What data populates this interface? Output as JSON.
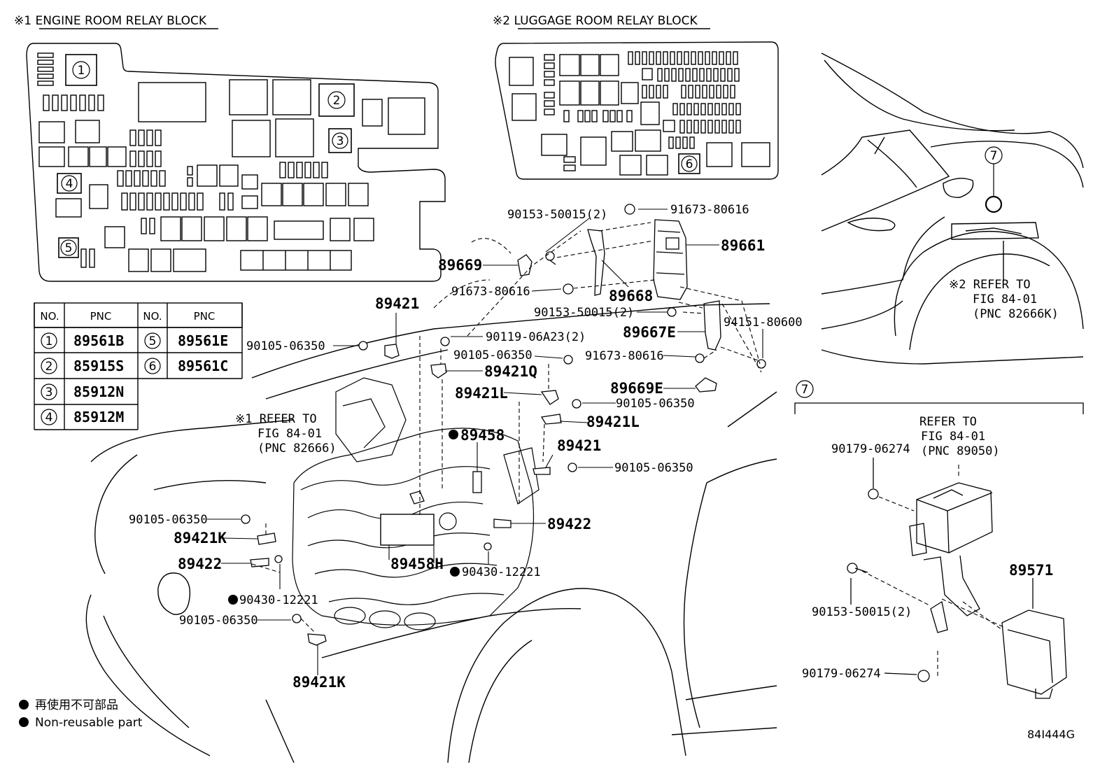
{
  "headings": {
    "engine_block": "※1 ENGINE ROOM RELAY BLOCK",
    "luggage_block": "※2 LUGGAGE ROOM RELAY BLOCK"
  },
  "pnc_table": {
    "headers": [
      "NO.",
      "PNC",
      "NO.",
      "PNC"
    ],
    "rows": [
      {
        "no": "1",
        "pnc": "89561B",
        "no2": "5",
        "pnc2": "89561E"
      },
      {
        "no": "2",
        "pnc": "85915S",
        "no2": "6",
        "pnc2": "89561C"
      },
      {
        "no": "3",
        "pnc": "85912N",
        "no2": "",
        "pnc2": ""
      },
      {
        "no": "4",
        "pnc": "85912M",
        "no2": "",
        "pnc2": ""
      }
    ]
  },
  "relay_markers": {
    "m1": "1",
    "m2": "2",
    "m3": "3",
    "m4": "4",
    "m5": "5",
    "m6": "6"
  },
  "labels": {
    "p90153_top": "90153-50015(2)",
    "p91673_top": "91673-80616",
    "p89661": "89661",
    "p89669": "89669",
    "p91673_mid": "91673-80616",
    "p89668": "89668",
    "p90153_mid": "90153-50015(2)",
    "p89667E": "89667E",
    "p94151": "94151-80600",
    "p91673_low": "91673-80616",
    "p89669E": "89669E",
    "p89421_top": "89421",
    "p90105_a": "90105-06350",
    "p90119": "90119-06A23(2)",
    "p90105_b": "90105-06350",
    "p89421Q": "89421Q",
    "p89421L_a": "89421L",
    "p90105_c": "90105-06350",
    "p89421L_b": "89421L",
    "p89458": "89458",
    "p89421_mid": "89421",
    "p90105_d": "90105-06350",
    "p90105_e": "90105-06350",
    "p89421K_a": "89421K",
    "p89422_r": "89422",
    "p89422_l": "89422",
    "p89458H": "89458H",
    "p90430_r": "90430-12221",
    "p90430_l": "90430-12221",
    "p90105_f": "90105-06350",
    "p89421K_b": "89421K",
    "refer1_l1": "※1 REFER TO",
    "refer1_l2": "FIG 84-01",
    "refer1_l3": "(PNC 82666)",
    "refer2_l1": "※2 REFER TO",
    "refer2_l2": "FIG 84-01",
    "refer2_l3": "(PNC 82666K)",
    "ref7_l1": "REFER TO",
    "ref7_l2": "FIG 84-01",
    "ref7_l3": "(PNC 89050)",
    "p90179_a": "90179-06274",
    "p89571": "89571",
    "p90153_b": "90153-50015(2)",
    "p90179_b": "90179-06274",
    "marker7_car": "7",
    "marker7_box": "7"
  },
  "legend": {
    "japanese": "再使用不可部品",
    "english": "Non-reusable part"
  },
  "diagram_code": "84I444G"
}
